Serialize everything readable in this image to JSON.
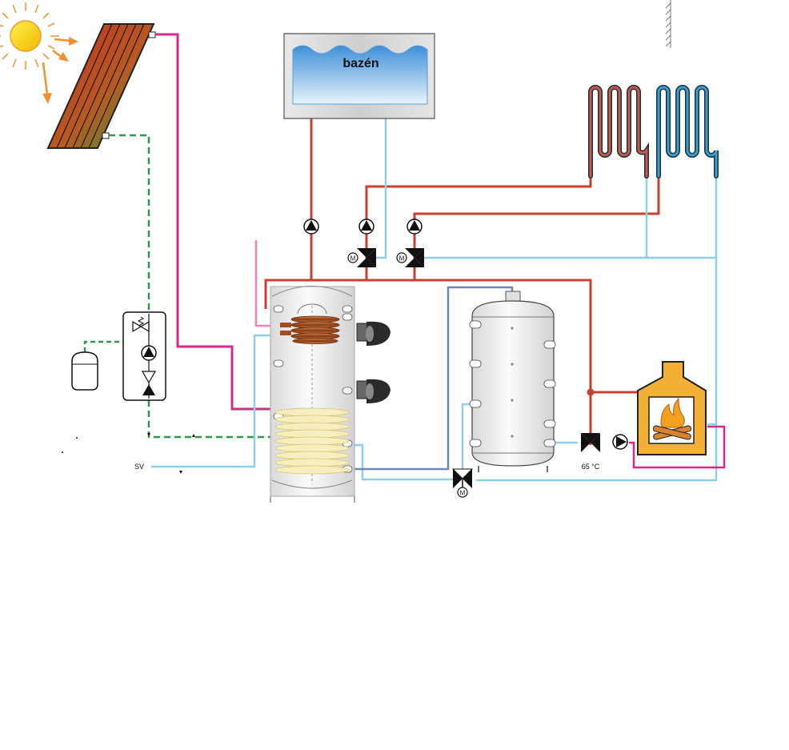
{
  "pool": {
    "label": "bazén"
  },
  "labels": {
    "valve_temperature": "65 °C",
    "cold_water": "SV",
    "motor_m": "M"
  },
  "colors": {
    "hot_pipe": "#c8402e",
    "cold_pipe": "#8ccfe6",
    "solar_pipe": "#d62a8a",
    "solar_return": "#2a9a4a",
    "buffer_pipe": "#6b89b5",
    "pink_pipe": "#f080b8",
    "stove": "#f2b134"
  },
  "icons": [
    "sun-icon",
    "solar-collector-icon",
    "pump-icon",
    "three-way-valve-icon",
    "motor-icon",
    "expansion-vessel-icon",
    "fireplace-icon",
    "heating-coil-icon"
  ]
}
